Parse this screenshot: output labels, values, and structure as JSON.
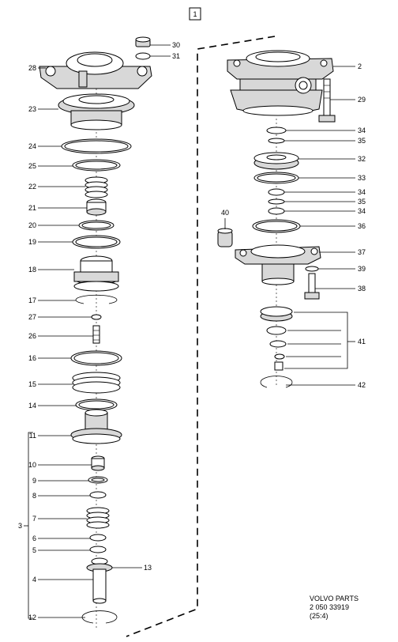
{
  "diagram": {
    "box_label": "1",
    "callouts": {
      "2": "2",
      "3": "3",
      "4": "4",
      "5": "5",
      "6": "6",
      "7": "7",
      "8": "8",
      "9": "9",
      "10": "10",
      "11": "11",
      "12": "12",
      "13": "13",
      "14": "14",
      "15": "15",
      "16": "16",
      "17": "17",
      "18": "18",
      "19": "19",
      "20": "20",
      "21": "21",
      "22": "22",
      "23": "23",
      "24": "24",
      "25": "25",
      "26": "26",
      "27": "27",
      "28": "28",
      "29": "29",
      "30": "30",
      "31": "31",
      "32": "32",
      "33": "33",
      "34": "34",
      "35": "35",
      "36": "36",
      "37": "37",
      "38": "38",
      "39": "39",
      "40": "40",
      "41": "41",
      "42": "42"
    },
    "footer": {
      "line1": "VOLVO PARTS",
      "line2": "2 050 33919",
      "line3": "(25:4)"
    }
  }
}
